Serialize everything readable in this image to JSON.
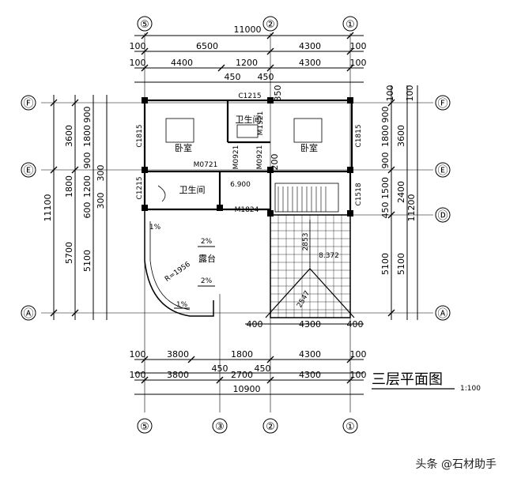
{
  "grid": {
    "top": [
      "⑤",
      "②",
      "①"
    ],
    "bottom": [
      "⑤",
      "③",
      "②",
      "①"
    ],
    "left": [
      "Ⓕ",
      "Ⓔ",
      "Ⓐ"
    ],
    "right": [
      "Ⓕ",
      "Ⓔ",
      "Ⓓ",
      "Ⓐ"
    ]
  },
  "dims": {
    "top_total": "11000",
    "top_r2": [
      "100",
      "6500",
      "4300",
      "100"
    ],
    "top_r3": [
      "100",
      "4400",
      "1200",
      "4300",
      "100"
    ],
    "top_450a": "450",
    "top_450b": "450",
    "bot_r1": [
      "100",
      "3800",
      "1800",
      "4300",
      "100"
    ],
    "bot_450a": "450",
    "bot_450b": "450",
    "bot_r2": [
      "100",
      "3800",
      "2700",
      "4300",
      "100"
    ],
    "bot_total": "10900",
    "bot_near": [
      "400",
      "4300",
      "400"
    ],
    "left_outer": "11100",
    "left_mid": [
      "3600",
      "1800",
      "5700"
    ],
    "left_inner": [
      "900",
      "1800",
      "900",
      "1200",
      "600"
    ],
    "left_inner2": [
      "300",
      "300"
    ],
    "left_5100": "5100",
    "right_outer": "11200",
    "right_mid": [
      "3600",
      "2400",
      "5100"
    ],
    "right_inner": [
      "900",
      "1800",
      "900",
      "1500",
      "450"
    ],
    "right_inner2": [
      "5100"
    ],
    "right_100a": "100",
    "right_100b": "100",
    "right_350": "350",
    "right_200": "200"
  },
  "rooms": {
    "bedroom_left": "卧室",
    "bedroom_right": "卧室",
    "bath_top": "卫生间",
    "bath_left": "卫生间",
    "terrace": "露台"
  },
  "codes": {
    "c1215_top": "C1215",
    "c1815_left": "C1815",
    "c1815_right": "C1815",
    "c1215_side": "C1215",
    "m0721": "M0721",
    "m0921a": "M0921",
    "m0921b": "M0921",
    "m1521": "M1521",
    "c1518": "C1518",
    "m1824": "M1824",
    "level_690": "6.900",
    "level_837": "8.372",
    "r1956": "R=1956",
    "slope_a": "2%",
    "slope_b": "2%",
    "slope_c": "1%",
    "slope_d": "1%",
    "roof_2853": "2853",
    "roof_2547": "2547"
  },
  "title": "三层平面图",
  "scale": "1:100",
  "watermark": "头条 @石材助手"
}
